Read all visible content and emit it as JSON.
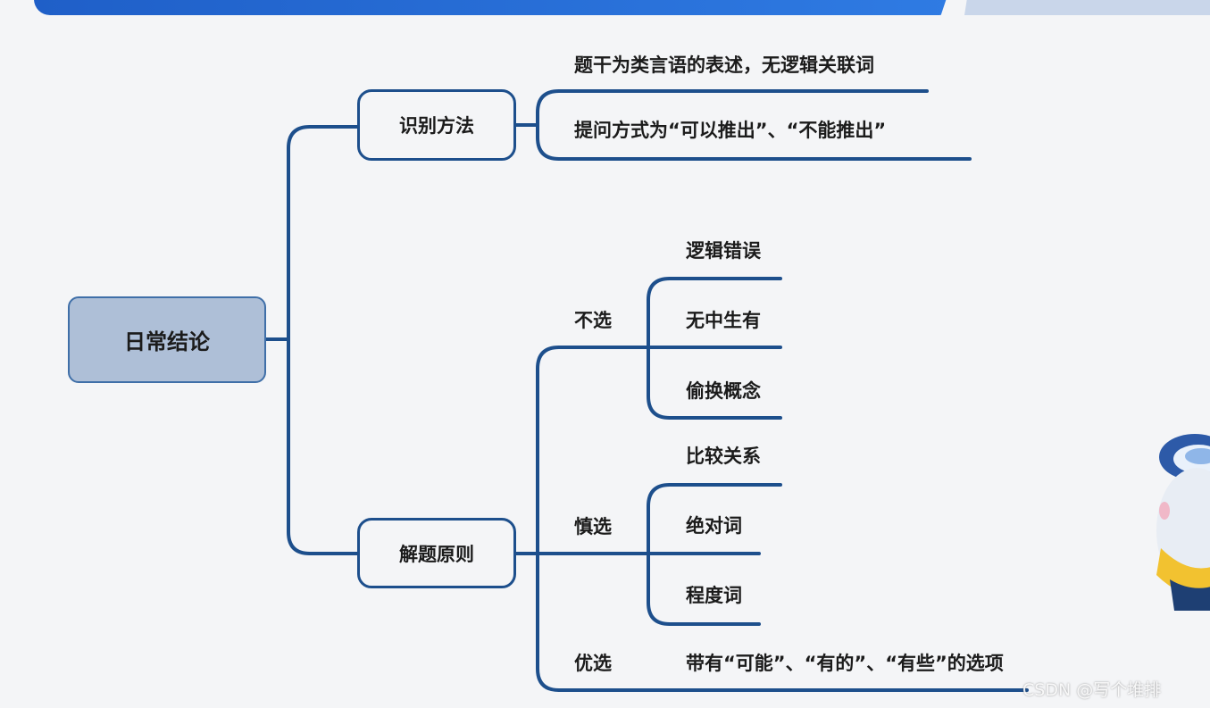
{
  "root": {
    "label": "日常结论"
  },
  "branches": [
    {
      "label": "识别方法",
      "leaves": [
        "题干为类言语的表述，无逻辑关联词",
        "提问方式为“可以推出”、“不能推出”"
      ]
    },
    {
      "label": "解题原则",
      "groups": [
        {
          "label": "不选",
          "items": [
            "逻辑错误",
            "无中生有",
            "偷换概念"
          ]
        },
        {
          "label": "慎选",
          "items": [
            "比较关系",
            "绝对词",
            "程度词"
          ]
        },
        {
          "label": "优选",
          "items": [
            "带有“可能”、“有的”、“有些”的选项"
          ]
        }
      ]
    }
  ],
  "watermark": "CSDN @写个堆排",
  "colors": {
    "line": "#1d4f8c",
    "root_fill": "#aebfd7",
    "banner": "#2a6fdc"
  }
}
